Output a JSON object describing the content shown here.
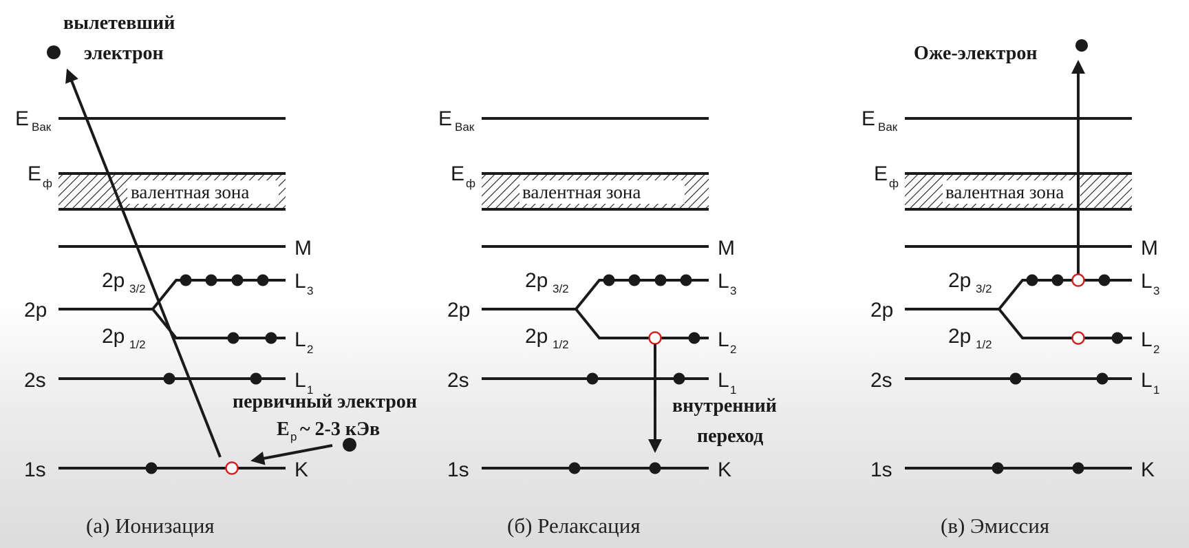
{
  "labels": {
    "e_vac": "E",
    "e_vac_sub": "Вак",
    "e_f": "E",
    "e_f_sub": "ф",
    "valence_band": "валентная зона",
    "m": "M",
    "two_p": "2p",
    "two_p_main": "2p",
    "two_p32_sub": "3/2",
    "two_p12_sub": "1/2",
    "L": "L",
    "l3_sub": "3",
    "l2_sub": "2",
    "l1_sub": "1",
    "two_s": "2s",
    "one_s": "1s",
    "k": "K"
  },
  "panel_a": {
    "caption": "(а) Ионизация",
    "ejected_line1": "вылетевший",
    "ejected_line2": "электрон",
    "primary_line1": "первичный электрон",
    "primary_e": "E",
    "primary_e_sub": "p",
    "primary_energy": "~ 2-3 кЭв"
  },
  "panel_b": {
    "caption": "(б) Релаксация",
    "transition_line1": "внутренний",
    "transition_line2": "переход"
  },
  "panel_c": {
    "caption": "(в) Эмиссия",
    "auger": "Оже-электрон"
  },
  "colors": {
    "line": "#1a1a1a",
    "hole": "#d02020"
  }
}
